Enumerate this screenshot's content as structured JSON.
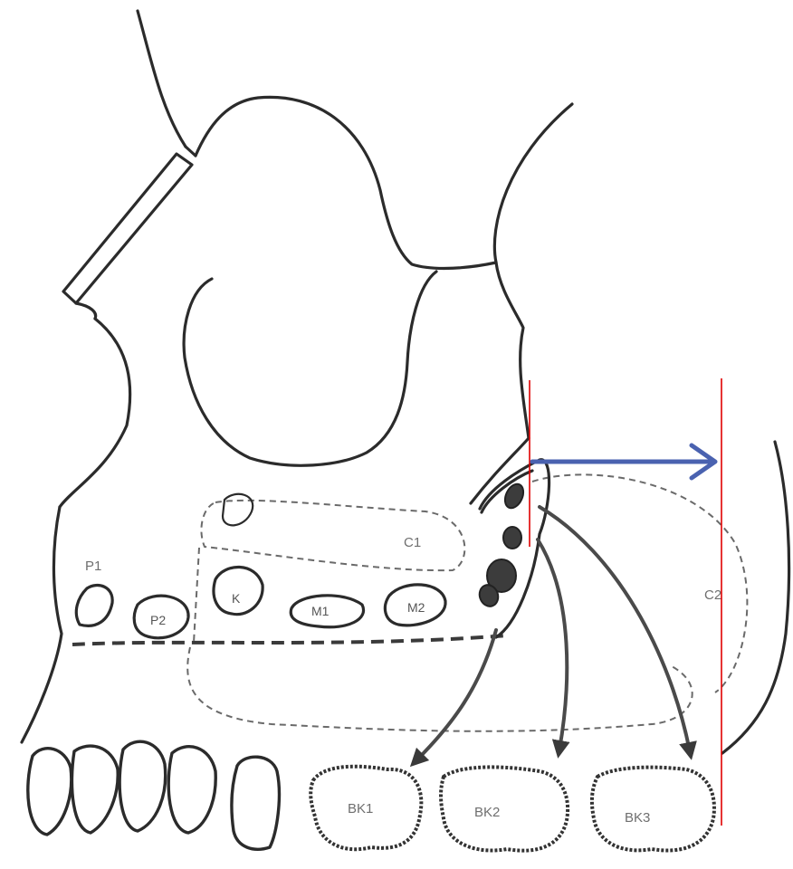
{
  "labels": {
    "c1": "C1",
    "c2": "C2",
    "p1": "P1",
    "p2": "P2",
    "k": "K",
    "m1": "M1",
    "m2": "M2",
    "bk1": "BK1",
    "bk2": "BK2",
    "bk3": "BK3"
  },
  "colors": {
    "reference_lines": "#e00000",
    "measure_arrow": "#4a62b0",
    "ink": "#2b2b2b"
  }
}
